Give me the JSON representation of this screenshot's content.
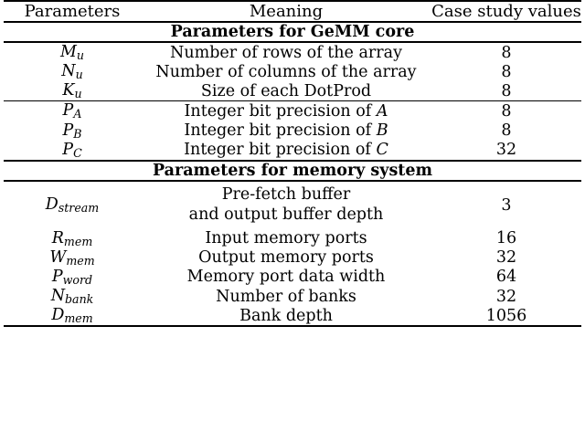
{
  "table": {
    "headers": {
      "parameters": "Parameters",
      "meaning": "Meaning",
      "values": "Case study values"
    },
    "sections": [
      {
        "title": "Parameters for GeMM core",
        "groups": [
          {
            "rows": [
              {
                "param_base": "M",
                "param_sub": "u",
                "meaning": "Number of rows of the array",
                "value": "8"
              },
              {
                "param_base": "N",
                "param_sub": "u",
                "meaning": "Number of columns of the array",
                "value": "8"
              },
              {
                "param_base": "K",
                "param_sub": "u",
                "meaning": "Size of each DotProd",
                "value": "8"
              }
            ]
          },
          {
            "rows": [
              {
                "param_base": "P",
                "param_sub": "A",
                "meaning_pre": "Integer bit precision of ",
                "meaning_italic": "A",
                "value": "8"
              },
              {
                "param_base": "P",
                "param_sub": "B",
                "meaning_pre": "Integer bit precision of ",
                "meaning_italic": "B",
                "value": "8"
              },
              {
                "param_base": "P",
                "param_sub": "C",
                "meaning_pre": "Integer bit precision of ",
                "meaning_italic": "C",
                "value": "32"
              }
            ]
          }
        ]
      },
      {
        "title": "Parameters for memory system",
        "groups": [
          {
            "rows": [
              {
                "param_base": "D",
                "param_sub": "stream",
                "meaning_line1": "Pre-fetch buffer",
                "meaning_line2": "and output buffer depth",
                "value": "3"
              },
              {
                "param_base": "R",
                "param_sub": "mem",
                "meaning": "Input memory ports",
                "value": "16"
              },
              {
                "param_base": "W",
                "param_sub": "mem",
                "meaning": "Output memory ports",
                "value": "32"
              },
              {
                "param_base": "P",
                "param_sub": "word",
                "meaning": "Memory port data width",
                "value": "64"
              },
              {
                "param_base": "N",
                "param_sub": "bank",
                "meaning": "Number of banks",
                "value": "32"
              },
              {
                "param_base": "D",
                "param_sub": "mem",
                "meaning": "Bank depth",
                "value": "1056"
              }
            ]
          }
        ]
      }
    ]
  }
}
